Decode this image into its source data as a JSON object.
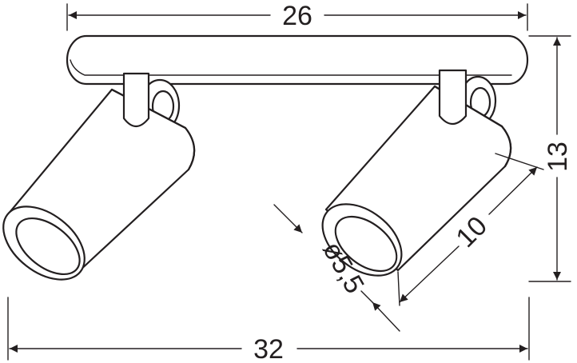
{
  "dimensions": {
    "top_width": "26",
    "height": "13",
    "spot_length": "10",
    "spot_diameter": "ø5,5",
    "total_width": "32"
  }
}
